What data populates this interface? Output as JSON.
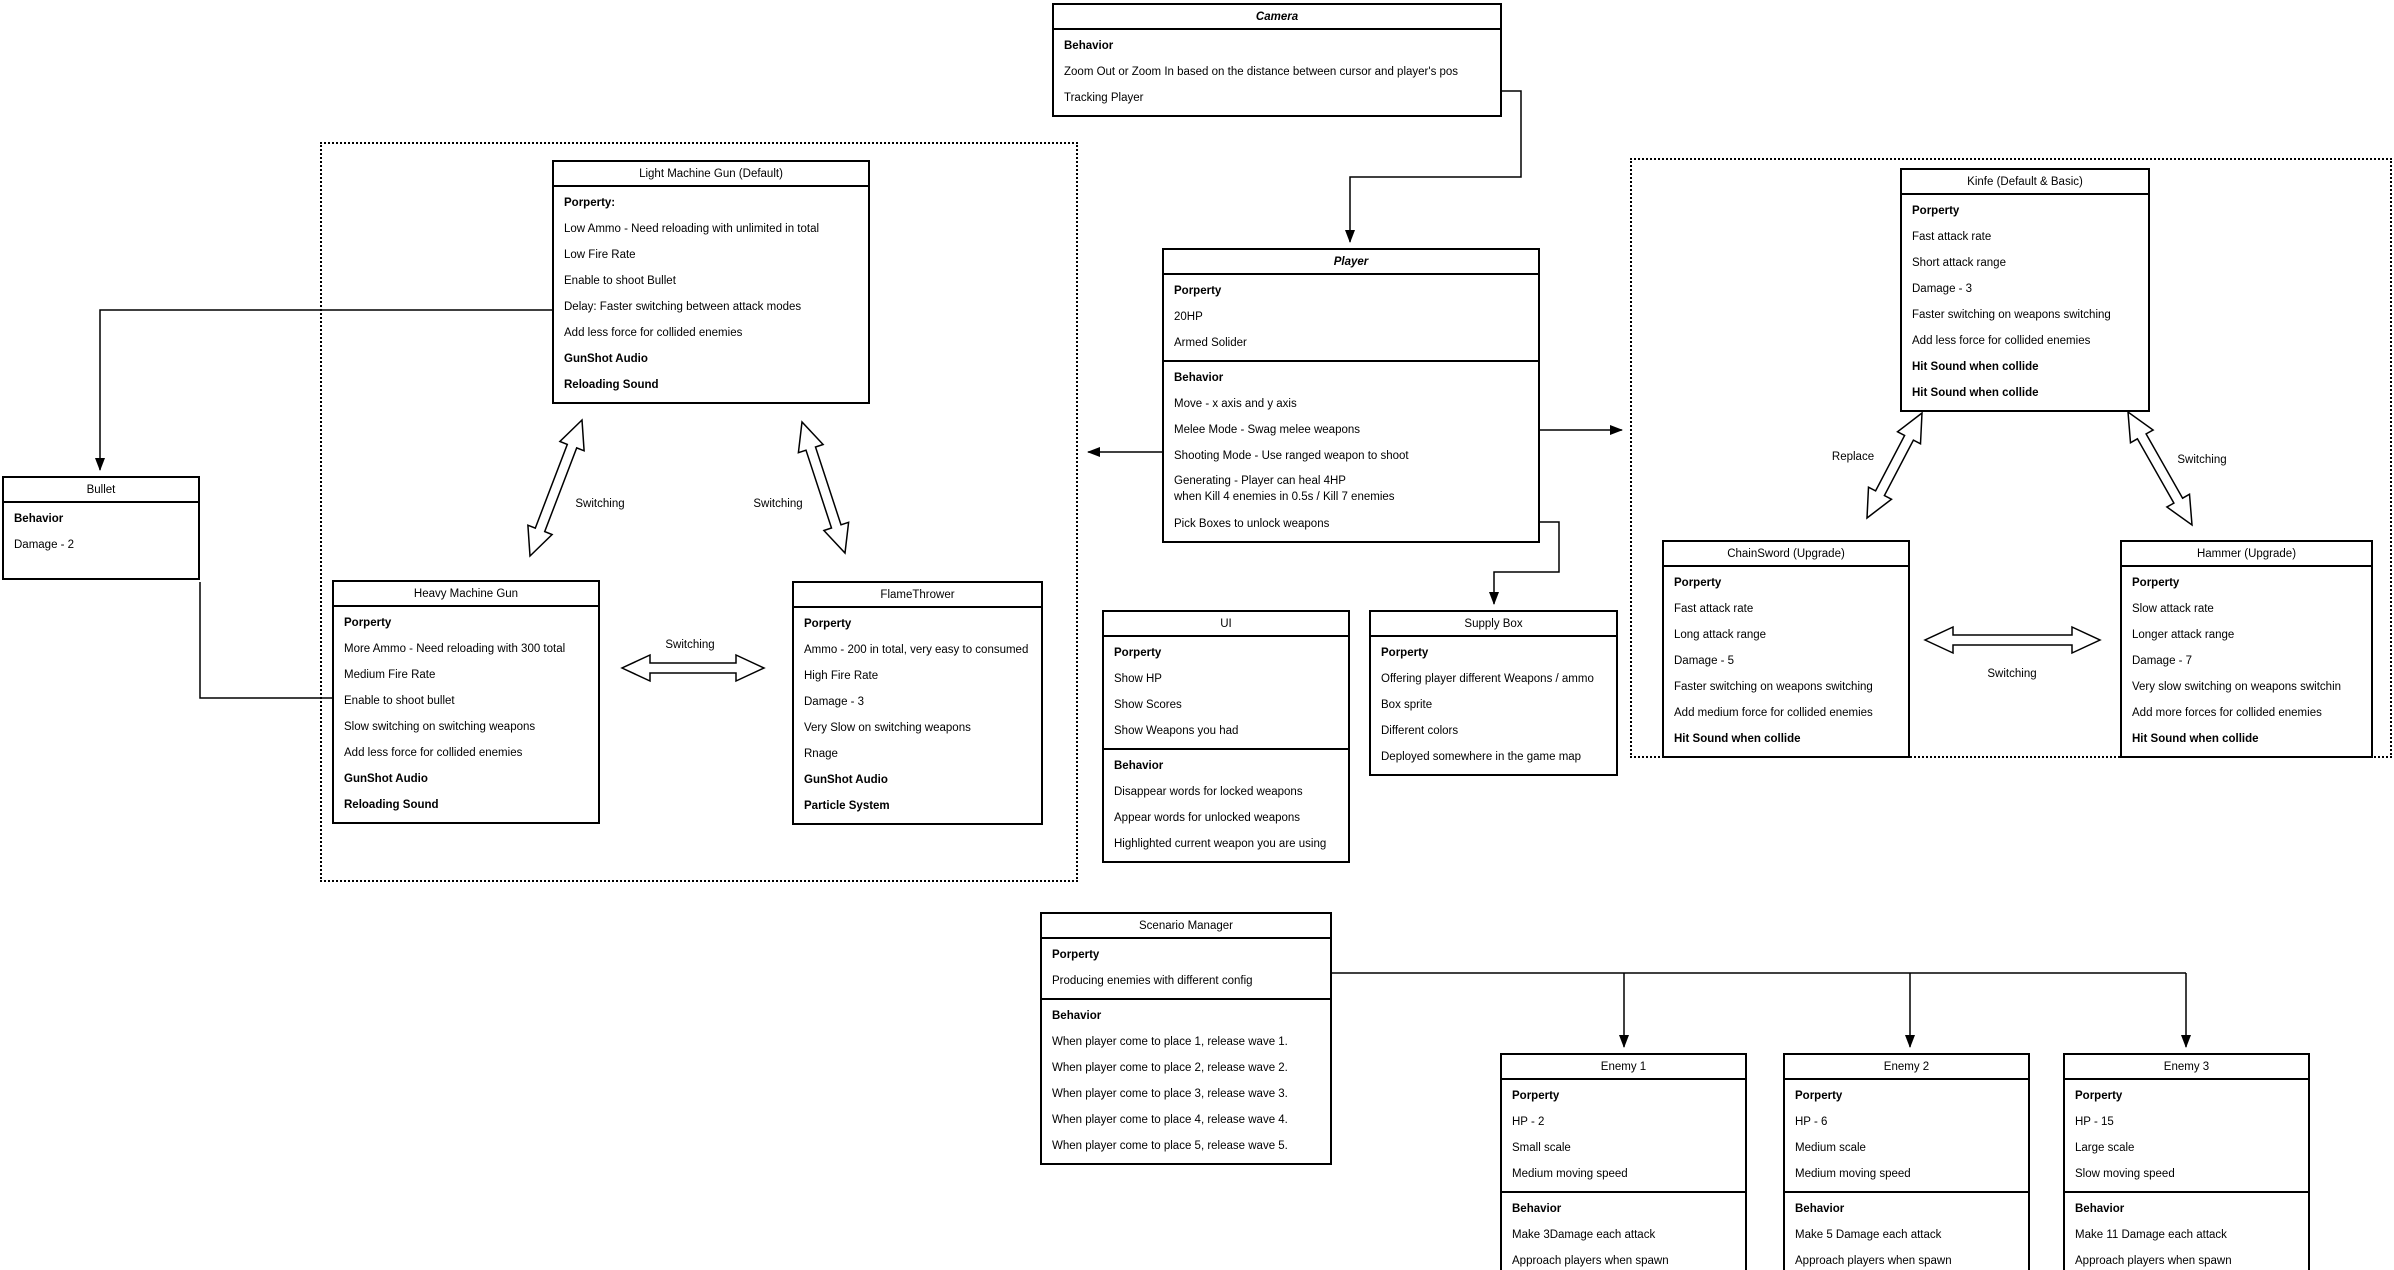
{
  "diagram": {
    "background_color": "#ffffff",
    "stroke_color": "#000000"
  },
  "nodes": [
    {
      "id": "camera",
      "title": "Camera",
      "title_emphasis": true,
      "sections": [
        {
          "items": [
            {
              "text": "Behavior",
              "bold": true
            },
            {
              "text": "Zoom Out or Zoom In based on the distance between cursor and player's pos"
            },
            {
              "text": "Tracking Player"
            }
          ]
        }
      ]
    },
    {
      "id": "player",
      "title": "Player",
      "title_emphasis": true,
      "sections": [
        {
          "items": [
            {
              "text": "Porperty",
              "bold": true
            },
            {
              "text": "20HP"
            },
            {
              "text": "Armed Solider"
            }
          ]
        },
        {
          "items": [
            {
              "text": "Behavior",
              "bold": true
            },
            {
              "text": "Move - x axis and y axis"
            },
            {
              "text": "Melee Mode - Swag melee weapons"
            },
            {
              "text": "Shooting Mode - Use ranged weapon to shoot"
            },
            {
              "text": "Generating - Player can heal 4HP\nwhen Kill 4 enemies in 0.5s / Kill 7 enemies"
            },
            {
              "text": "Pick Boxes to unlock weapons"
            }
          ]
        }
      ]
    },
    {
      "id": "lmg",
      "title": "Light Machine Gun (Default)",
      "sections": [
        {
          "items": [
            {
              "text": "Porperty:",
              "bold": true
            },
            {
              "text": "Low Ammo - Need reloading with unlimited in total"
            },
            {
              "text": "Low Fire Rate"
            },
            {
              "text": "Enable to shoot Bullet"
            },
            {
              "text": "Delay: Faster switching between attack modes"
            },
            {
              "text": "Add less force for collided enemies"
            },
            {
              "text": "GunShot Audio",
              "bold": true
            },
            {
              "text": "Reloading Sound",
              "bold": true
            }
          ]
        }
      ]
    },
    {
      "id": "bullet",
      "title": "Bullet",
      "sections": [
        {
          "items": [
            {
              "text": "Behavior",
              "bold": true
            },
            {
              "text": "Damage - 2"
            }
          ]
        }
      ]
    },
    {
      "id": "hmg",
      "title": "Heavy Machine Gun",
      "sections": [
        {
          "items": [
            {
              "text": "Porperty",
              "bold": true
            },
            {
              "text": "More Ammo - Need reloading with 300 total"
            },
            {
              "text": "Medium Fire Rate"
            },
            {
              "text": "Enable to shoot bullet"
            },
            {
              "text": "Slow switching on switching weapons"
            },
            {
              "text": "Add less force for collided enemies"
            },
            {
              "text": "GunShot Audio",
              "bold": true
            },
            {
              "text": "Reloading Sound",
              "bold": true
            }
          ]
        }
      ]
    },
    {
      "id": "flamethrower",
      "title": "FlameThrower",
      "sections": [
        {
          "items": [
            {
              "text": "Porperty",
              "bold": true
            },
            {
              "text": "Ammo - 200 in total, very easy to consumed"
            },
            {
              "text": "High Fire Rate"
            },
            {
              "text": "Damage - 3"
            },
            {
              "text": "Very Slow on switching weapons"
            },
            {
              "text": "Rnage"
            },
            {
              "text": "GunShot Audio",
              "bold": true
            },
            {
              "text": "Particle System",
              "bold": true
            }
          ]
        }
      ]
    },
    {
      "id": "ui",
      "title": "UI",
      "sections": [
        {
          "items": [
            {
              "text": "Porperty",
              "bold": true
            },
            {
              "text": "Show HP"
            },
            {
              "text": "Show Scores"
            },
            {
              "text": "Show Weapons you had"
            }
          ]
        },
        {
          "items": [
            {
              "text": "Behavior",
              "bold": true
            },
            {
              "text": "Disappear words for locked weapons"
            },
            {
              "text": "Appear words for unlocked weapons"
            },
            {
              "text": "Highlighted current weapon you are using"
            }
          ]
        }
      ]
    },
    {
      "id": "supplybox",
      "title": "Supply Box",
      "sections": [
        {
          "items": [
            {
              "text": "Porperty",
              "bold": true
            },
            {
              "text": "Offering player different Weapons / ammo"
            },
            {
              "text": "Box sprite"
            },
            {
              "text": "Different colors"
            },
            {
              "text": "Deployed somewhere in the game map"
            }
          ]
        }
      ]
    },
    {
      "id": "knife",
      "title": "Kinfe (Default & Basic)",
      "sections": [
        {
          "items": [
            {
              "text": "Porperty",
              "bold": true
            },
            {
              "text": "Fast attack rate"
            },
            {
              "text": "Short attack range"
            },
            {
              "text": "Damage - 3"
            },
            {
              "text": "Faster switching on weapons switching"
            },
            {
              "text": "Add less force for collided enemies"
            },
            {
              "text": "Hit Sound when collide",
              "bold": true
            },
            {
              "text": "Hit Sound when collide",
              "bold": true
            }
          ]
        }
      ]
    },
    {
      "id": "chainsword",
      "title": "ChainSword (Upgrade)",
      "sections": [
        {
          "items": [
            {
              "text": "Porperty",
              "bold": true
            },
            {
              "text": "Fast attack rate"
            },
            {
              "text": "Long attack range"
            },
            {
              "text": "Damage - 5"
            },
            {
              "text": "Faster switching on weapons switching"
            },
            {
              "text": "Add medium force for collided enemies"
            },
            {
              "text": "Hit Sound when collide",
              "bold": true
            }
          ]
        }
      ]
    },
    {
      "id": "hammer",
      "title": "Hammer (Upgrade)",
      "sections": [
        {
          "items": [
            {
              "text": "Porperty",
              "bold": true
            },
            {
              "text": "Slow attack rate"
            },
            {
              "text": "Longer attack range"
            },
            {
              "text": "Damage - 7"
            },
            {
              "text": "Very slow switching on weapons switchin"
            },
            {
              "text": "Add more forces for collided enemies"
            },
            {
              "text": "Hit Sound when collide",
              "bold": true
            }
          ]
        }
      ]
    },
    {
      "id": "scenario",
      "title": "Scenario Manager",
      "sections": [
        {
          "items": [
            {
              "text": "Porperty",
              "bold": true
            },
            {
              "text": "Producing enemies with different config"
            }
          ]
        },
        {
          "items": [
            {
              "text": "Behavior",
              "bold": true
            },
            {
              "text": "When player come to place 1, release wave 1."
            },
            {
              "text": "When player come to place 2, release wave 2."
            },
            {
              "text": "When player come to place 3, release wave 3."
            },
            {
              "text": "When player come to place 4, release wave 4."
            },
            {
              "text": "When player come to place 5, release wave 5."
            }
          ]
        }
      ]
    },
    {
      "id": "enemy1",
      "title": "Enemy 1",
      "sections": [
        {
          "items": [
            {
              "text": "Porperty",
              "bold": true
            },
            {
              "text": "HP - 2"
            },
            {
              "text": "Small scale"
            },
            {
              "text": "Medium moving speed"
            }
          ]
        },
        {
          "items": [
            {
              "text": "Behavior",
              "bold": true
            },
            {
              "text": "Make 3Damage each attack"
            },
            {
              "text": "Approach players when spawn"
            }
          ]
        }
      ]
    },
    {
      "id": "enemy2",
      "title": "Enemy 2",
      "sections": [
        {
          "items": [
            {
              "text": "Porperty",
              "bold": true
            },
            {
              "text": "HP - 6"
            },
            {
              "text": "Medium scale"
            },
            {
              "text": "Medium moving speed"
            }
          ]
        },
        {
          "items": [
            {
              "text": "Behavior",
              "bold": true
            },
            {
              "text": "Make 5 Damage each attack"
            },
            {
              "text": "Approach players when spawn"
            }
          ]
        }
      ]
    },
    {
      "id": "enemy3",
      "title": "Enemy 3",
      "sections": [
        {
          "items": [
            {
              "text": "Porperty",
              "bold": true
            },
            {
              "text": "HP -  15"
            },
            {
              "text": "Large scale"
            },
            {
              "text": "Slow moving speed"
            }
          ]
        },
        {
          "items": [
            {
              "text": "Behavior",
              "bold": true
            },
            {
              "text": "Make 11 Damage each attack"
            },
            {
              "text": "Approach players when spawn"
            }
          ]
        }
      ]
    }
  ],
  "edge_labels": {
    "lmg-hmg": "Switching",
    "lmg-flamethrower": "Switching",
    "hmg-flamethrower": "Switching",
    "knife-chainsword": "Replace",
    "knife-hammer": "Switching",
    "chainsword-hammer": "Switching"
  }
}
